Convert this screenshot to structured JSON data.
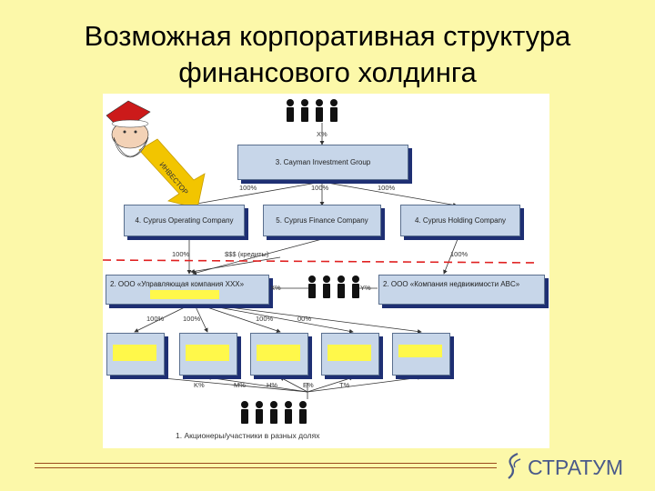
{
  "slide": {
    "title_line1": "Возможная корпоративная структура",
    "title_line2": "финансового холдинга"
  },
  "diagram": {
    "top_percent": "X%",
    "cayman": "3. Cayman Investment Group",
    "cayman_out": [
      "100%",
      "100%",
      "100%"
    ],
    "cy_operating": "4. Cyprus Operating Company",
    "cy_finance": "5. Cyprus Finance Company",
    "cy_holding": "4. Cyprus Holding Company",
    "op_pct": "100%",
    "credits": "$$$ (кредиты)",
    "hold_pct": "100%",
    "ooo_mgmt": "2. ООО «Управляющая компания XXX»",
    "ooo_realty": "2. ООО «Компания недвижимости ABC»",
    "mid_left_pct": "X%",
    "mid_right_pct": "Y%",
    "sub_pcts": [
      "100%",
      "100%",
      "100%",
      "00%"
    ],
    "holder_pcts": [
      "K%",
      "M%",
      "H%",
      "E%",
      "T%"
    ],
    "shareholders": "1. Акционеры/участники в разных долях",
    "investor": "ИНВЕСТОР"
  },
  "logo": {
    "text": "СТРАТУМ"
  },
  "colors": {
    "background": "#fcf8a9",
    "box_fill": "#c7d6e9",
    "box_shadow": "#1e2f73",
    "placeholder": "#fff84a",
    "dashed_line": "#e02020",
    "arrow": "#f2c500"
  }
}
